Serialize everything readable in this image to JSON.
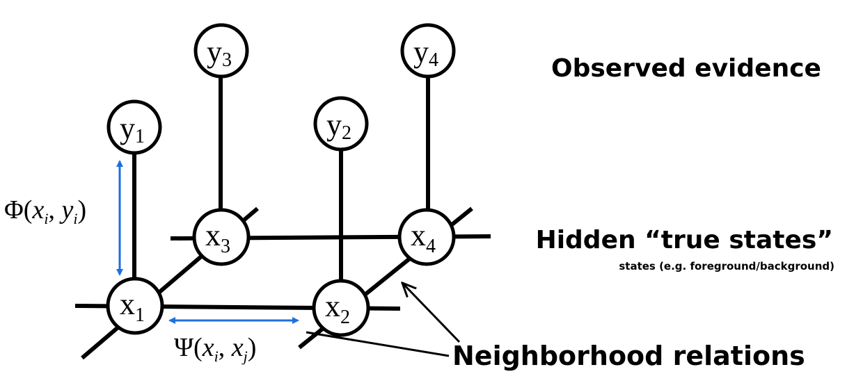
{
  "nodes": {
    "y1": {
      "letter": "y",
      "index": "1"
    },
    "y2": {
      "letter": "y",
      "index": "2"
    },
    "y3": {
      "letter": "y",
      "index": "3"
    },
    "y4": {
      "letter": "y",
      "index": "4"
    },
    "x1": {
      "letter": "x",
      "index": "1"
    },
    "x2": {
      "letter": "x",
      "index": "2"
    },
    "x3": {
      "letter": "x",
      "index": "3"
    },
    "x4": {
      "letter": "x",
      "index": "4"
    }
  },
  "potentials": {
    "phi": {
      "symbol": "Φ(",
      "a": "x",
      "a_sub": "i",
      "sep": ", ",
      "b": "y",
      "b_sub": "i",
      "close": ")"
    },
    "psi": {
      "symbol": "Ψ(",
      "a": "x",
      "a_sub": "i",
      "sep": ", ",
      "b": "x",
      "b_sub": "j",
      "close": ")"
    }
  },
  "labels": {
    "observed": "Observed evidence",
    "hidden": "Hidden “true states”",
    "hidden_sub": "states (e.g. foreground/background)",
    "neighborhood": "Neighborhood relations"
  },
  "colors": {
    "arrow_blue": "#1e6fe0",
    "line": "#000000"
  }
}
